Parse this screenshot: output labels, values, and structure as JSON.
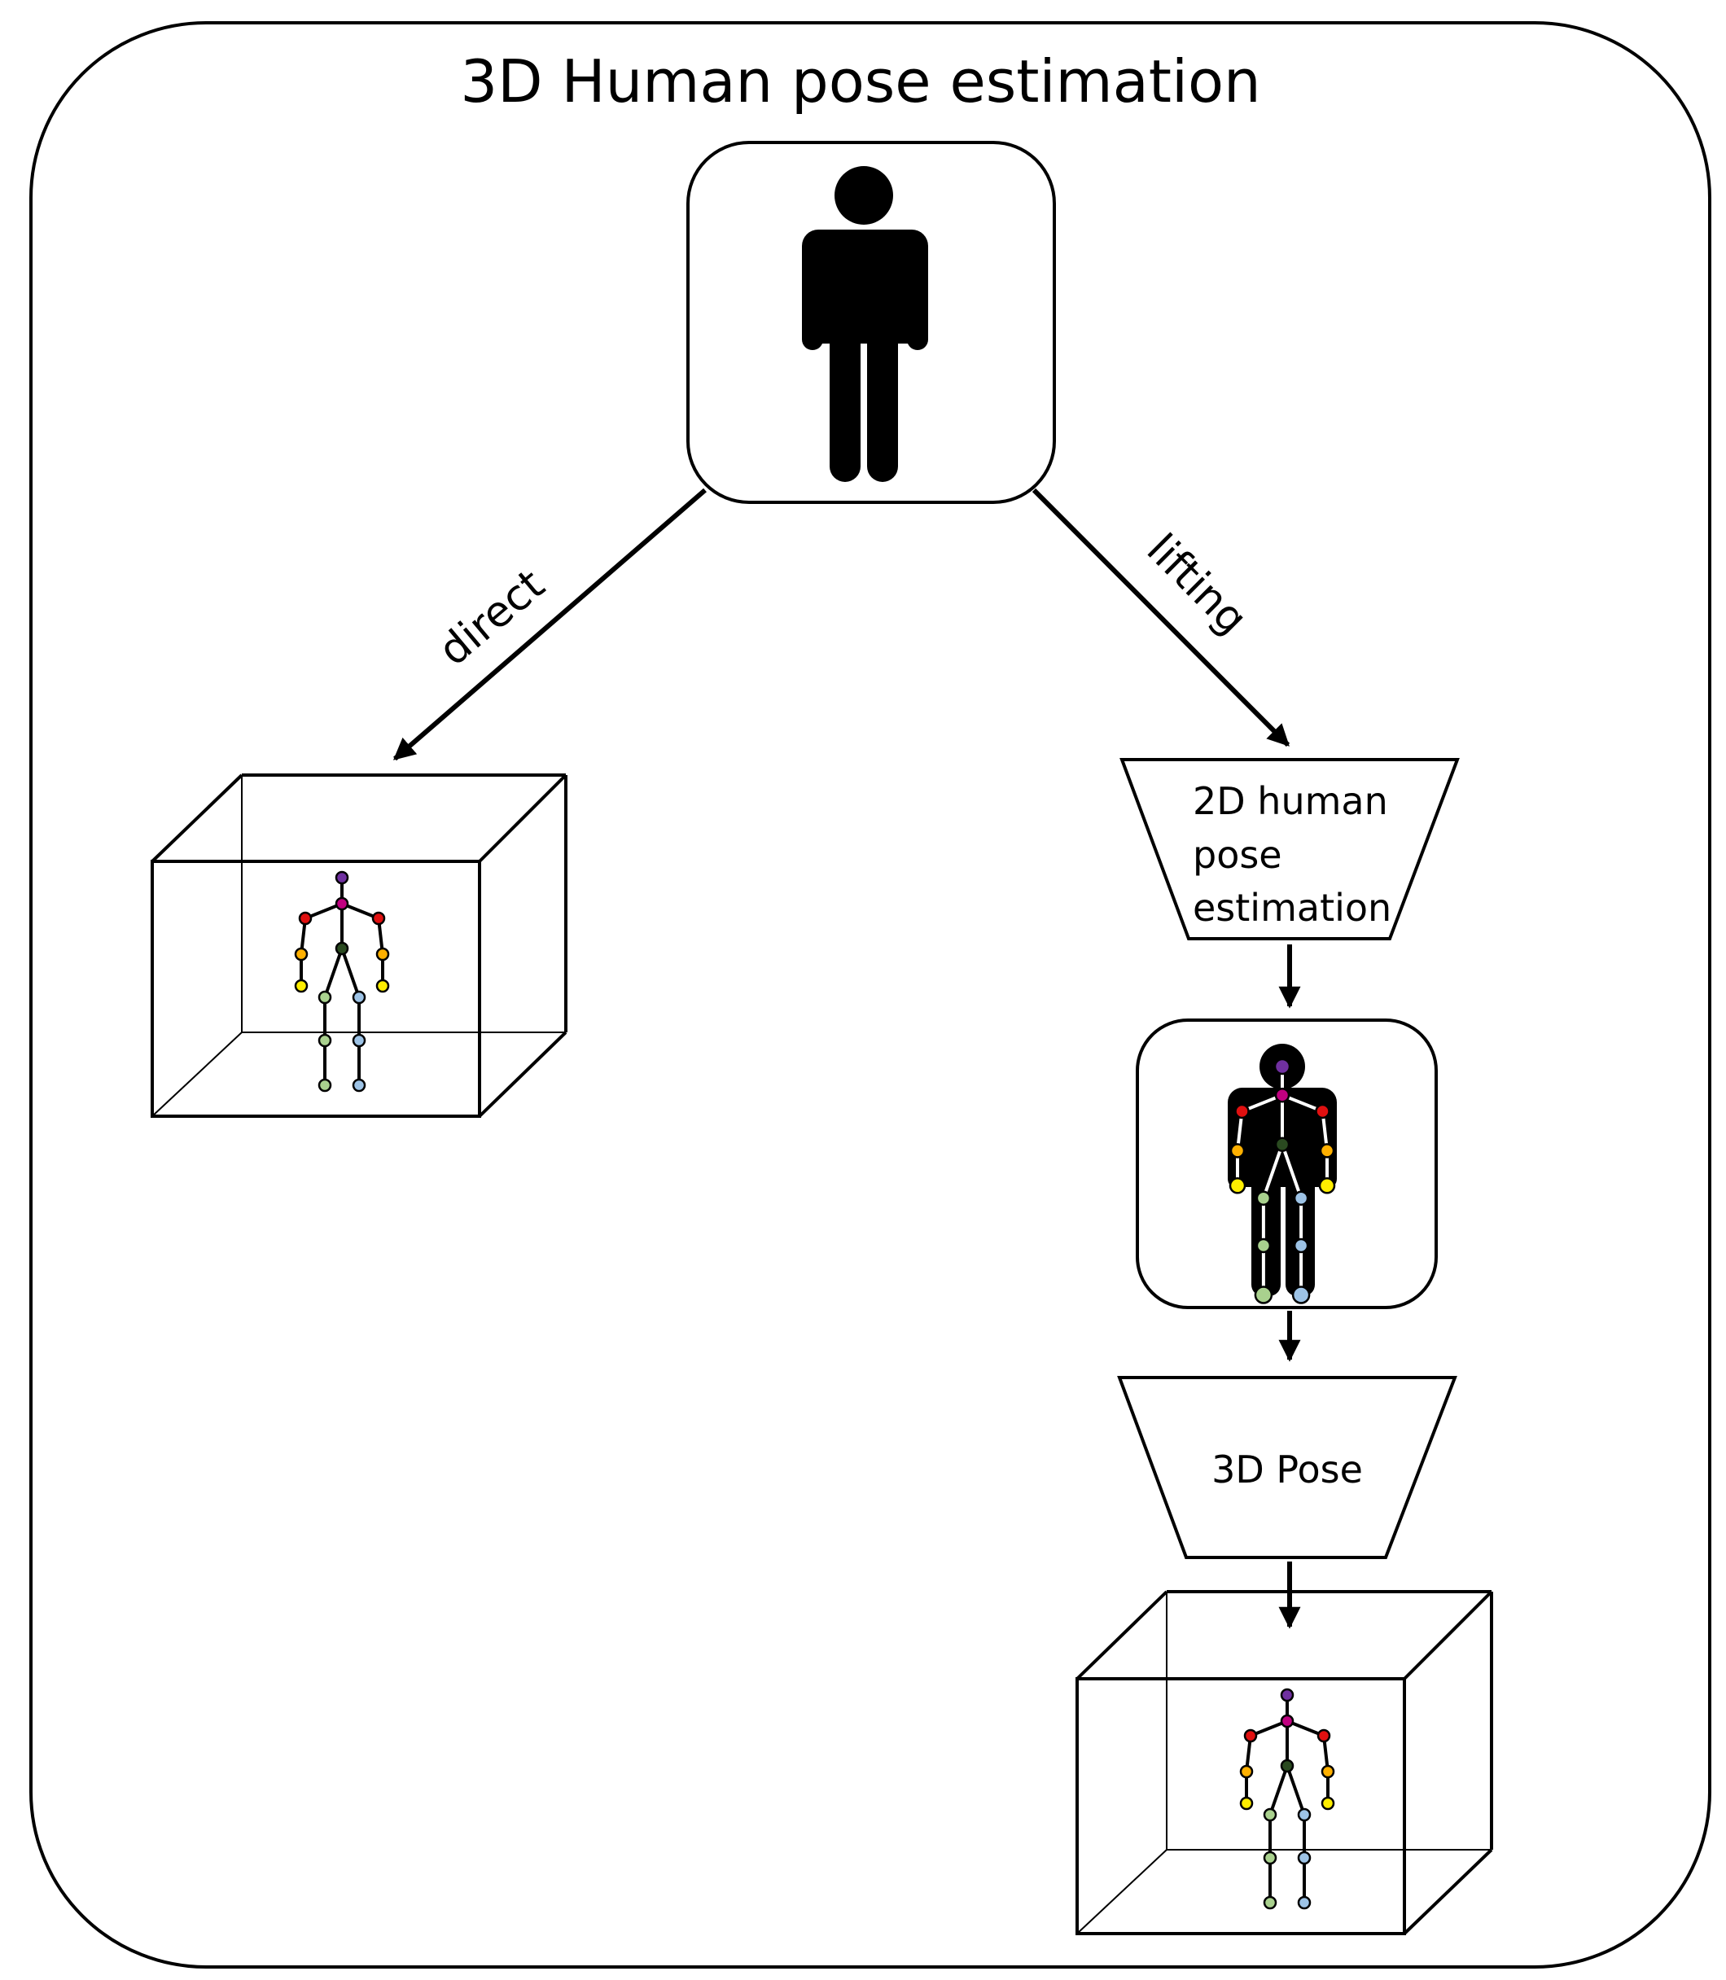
{
  "title": "3D Human pose estimation",
  "edges": {
    "direct": "direct",
    "lifting": "lifting"
  },
  "stages": {
    "pose2d": [
      "2D human",
      "pose",
      "estimation"
    ],
    "pose3d": "3D Pose"
  },
  "icons": {
    "input": "person-silhouette-icon",
    "keypoints": "person-with-2d-keypoints-icon",
    "output": "3d-skeleton-in-box-icon"
  },
  "joint_colors": {
    "head": "#7030a0",
    "neck": "#c00080",
    "shoulder": "#e01010",
    "elbow": "#ffb000",
    "wrist": "#ffee00",
    "pelvis": "#2a4a20",
    "left_leg": "#a9d18e",
    "right_leg": "#9dc3e6"
  }
}
